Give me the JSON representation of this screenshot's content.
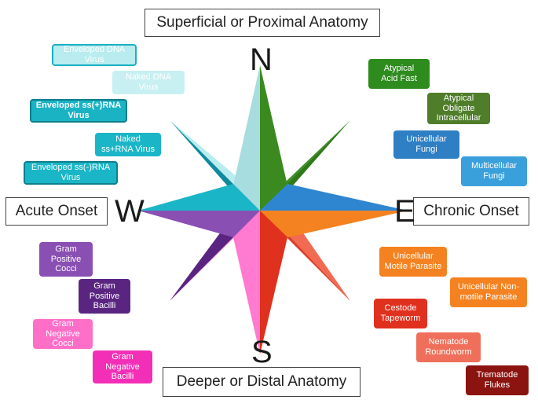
{
  "labels": {
    "north": "Superficial or Proximal Anatomy",
    "south": "Deeper or Distal Anatomy",
    "west": "Acute Onset",
    "east": "Chronic Onset"
  },
  "directions": {
    "n": "N",
    "s": "S",
    "e": "E",
    "w": "W"
  },
  "west_top": [
    "Enveloped DNA\nVirus",
    "Naked DNA\nVirus",
    "Enveloped ss(+)RNA\nVirus",
    "Naked\nss+RNA Virus",
    "Enveloped ss(-)RNA\nVirus"
  ],
  "west_bottom": [
    "Gram\nPositive\nCocci",
    "Gram\nPositive\nBacilli",
    "Gram\nNegative\nCocci",
    "Gram\nNegative\nBacilli"
  ],
  "east_top": [
    "Atypical\nAcid Fast",
    "Atypical\nObligate\nIntracellular",
    "Unicellular\nFungi",
    "Multicellular\nFungi"
  ],
  "east_bottom": [
    "Unicellular\nMotile Parasite",
    "Unicellular Non-\nmotile Parasite",
    "Cestode\nTapeworm",
    "Nematode\nRoundworm",
    "Trematode\nFlukes"
  ],
  "colors": {
    "green": "#2e8b1e",
    "olive": "#4f7d2a",
    "blue": "#2f7fc4",
    "skyblue": "#3aa0dc",
    "orange": "#f58220",
    "red": "#e0301e",
    "salmon": "#ef6f5a",
    "darkred": "#8b1410",
    "purple": "#8a4fb3",
    "darkpurple": "#5a2580",
    "pink": "#ff6fc8",
    "magenta": "#f22fb6",
    "teal": "#19b3c4",
    "lightteal": "#b9ecef"
  }
}
